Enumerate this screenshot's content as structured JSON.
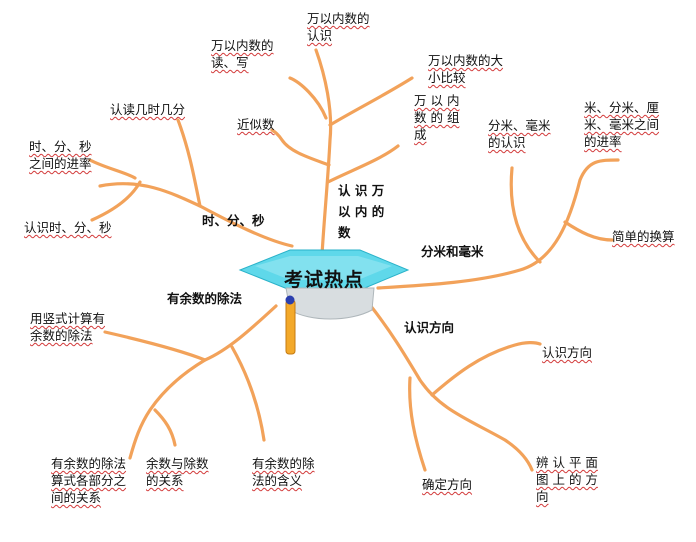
{
  "center": {
    "title": "考试热点"
  },
  "topics": {
    "wan": "认 识 万\n以 内 的\n数",
    "time": "时、分、秒",
    "fenmi": "分米和毫米",
    "yushu": "有余数的除法",
    "fangxiang": "认识方向"
  },
  "leaves": {
    "wan_read": "万以内数的\n认识",
    "wan_rw": "万以内数的\n读、写",
    "wan_compare": "万以内数的大\n小比较",
    "wan_compose": "万 以 内\n数 的 组\n成",
    "wan_approx": "近似数",
    "time_read": "认读几时几分",
    "time_rate": "时、分、秒\n之间的进率",
    "time_know": "认识时、分、秒",
    "fm_know": "分米、毫米\n的认识",
    "fm_rate": "米、分米、厘\n米、毫米之间\n的进率",
    "fm_convert": "简单的换算",
    "ys_vertical": "用竖式计算有\n余数的除法",
    "ys_relation": "有余数的除法\n算式各部分之\n间的关系",
    "ys_yudivisor": "余数与除数\n的关系",
    "ys_meaning": "有余数的除\n法的含义",
    "fx_know": "认识方向",
    "fx_determine": "确定方向",
    "fx_map": "辨 认 平 面\n图 上 的 方\n向"
  },
  "colors": {
    "branch": "#f2a25a",
    "cap": "#5fd8ea",
    "cap_dark": "#2ab2c9",
    "underline": "#d23a3a"
  }
}
